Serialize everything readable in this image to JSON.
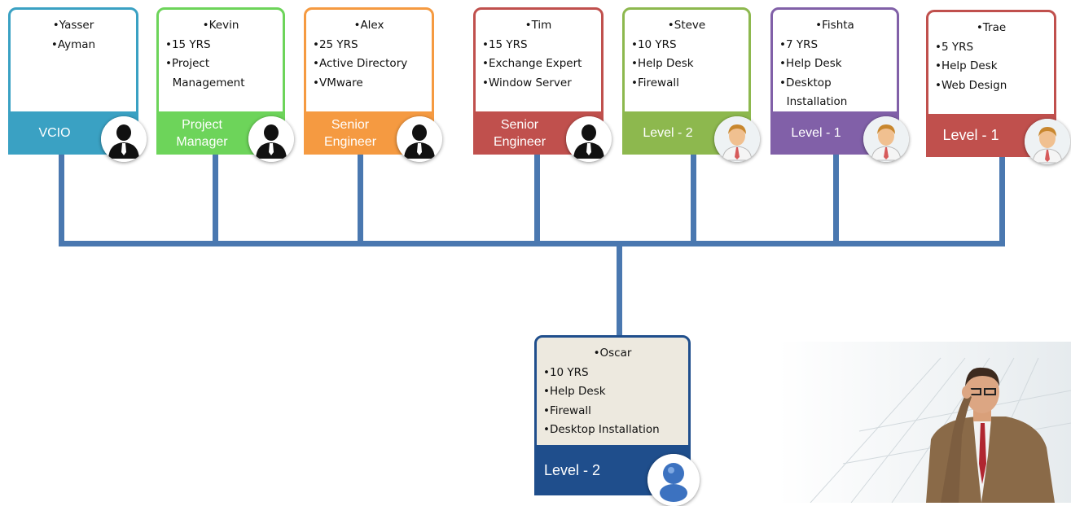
{
  "nodes": [
    {
      "lines": [
        "•Yasser",
        "•Ayman"
      ],
      "title": "VCIO",
      "color": "#3aa1c3",
      "avatar": "silhouette-icon"
    },
    {
      "lines": [
        "•Kevin",
        "•15 YRS",
        "•Project",
        "  Management"
      ],
      "title": "Project\nManager",
      "color": "#6dd45a",
      "avatar": "silhouette-icon"
    },
    {
      "lines": [
        "•Alex",
        "•25 YRS",
        "•Active Directory",
        "•VMware"
      ],
      "title": "Senior\nEngineer",
      "color": "#f59a41",
      "avatar": "silhouette-icon"
    },
    {
      "lines": [
        "•Tim",
        "•15 YRS",
        "•Exchange Expert",
        "•Window Server"
      ],
      "title": "Senior\nEngineer",
      "color": "#c0504d",
      "avatar": "silhouette-icon"
    },
    {
      "lines": [
        "•Steve",
        "•10 YRS",
        "•Help Desk",
        "•Firewall"
      ],
      "title": "Level - 2",
      "color": "#8db84e",
      "avatar": "person-icon"
    },
    {
      "lines": [
        "•Fishta",
        "•7 YRS",
        "•Help Desk",
        "•Desktop",
        "  Installation"
      ],
      "title": "Level - 1",
      "color": "#8160a8",
      "avatar": "person-icon"
    },
    {
      "lines": [
        "•Trae",
        "•5 YRS",
        "•Help Desk",
        "•Web Design"
      ],
      "title": "Level - 1",
      "color": "#c0504d",
      "avatar": "person-icon"
    }
  ],
  "bottom_node": {
    "lines": [
      "•Oscar",
      "•10 YRS",
      "•Help Desk",
      "•Firewall",
      "•Desktop Installation"
    ],
    "title": "Level - 2",
    "color": "#1f4e8c",
    "avatar": "user-icon"
  },
  "connector_color": "#4a78b0",
  "decoration": "businessman-photo"
}
